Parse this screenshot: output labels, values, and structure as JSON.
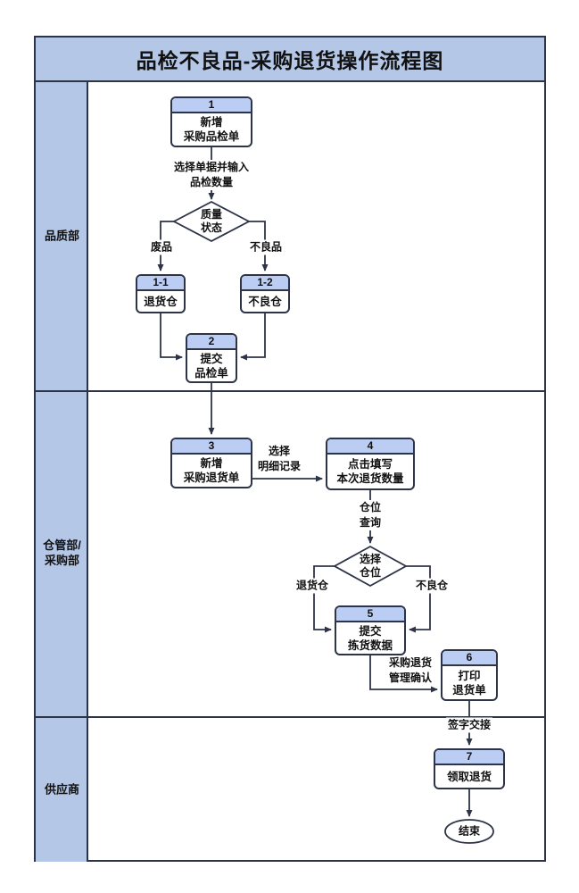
{
  "title": "品检不良品-采购退货操作流程图",
  "lanes": [
    {
      "label": "品质部"
    },
    {
      "label": "仓管部/\n采购部"
    },
    {
      "label": "供应商"
    }
  ],
  "nodes": {
    "n1": {
      "num": "1",
      "label": "新增\n采购品检单"
    },
    "n11": {
      "num": "1-1",
      "label": "退货仓"
    },
    "n12": {
      "num": "1-2",
      "label": "不良仓"
    },
    "n2": {
      "num": "2",
      "label": "提交\n品检单"
    },
    "n3": {
      "num": "3",
      "label": "新增\n采购退货单"
    },
    "n4": {
      "num": "4",
      "label": "点击填写\n本次退货数量"
    },
    "n5": {
      "num": "5",
      "label": "提交\n拣货数据"
    },
    "n6": {
      "num": "6",
      "label": "打印\n退货单"
    },
    "n7": {
      "num": "7",
      "label": "领取退货"
    }
  },
  "decisions": {
    "d1": {
      "label": "质量\n状态"
    },
    "d2": {
      "label": "选择\n仓位"
    }
  },
  "edge_labels": {
    "input_qty": "选择单据并输入\n品检数量",
    "scrap": "废品",
    "defect": "不良品",
    "select_detail": "选择\n明细记录",
    "bin_query": "仓位\n查询",
    "return_bin": "退货仓",
    "defect_bin": "不良仓",
    "confirm": "采购退货\n管理确认",
    "sign": "签字交接"
  },
  "terminator": {
    "end": "结束"
  },
  "colors": {
    "band": "#b4c7e7",
    "node_head": "#bccdf4",
    "line": "#2e3448"
  }
}
